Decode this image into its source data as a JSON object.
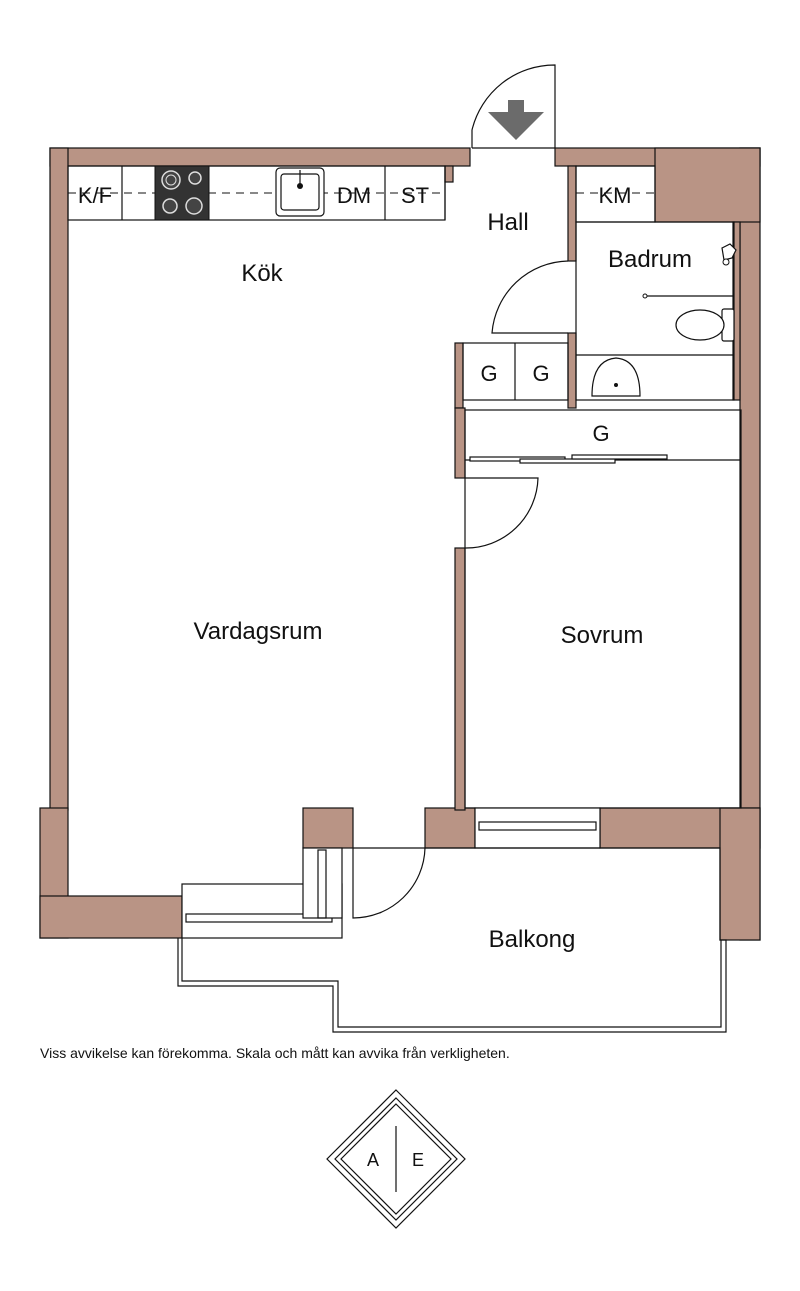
{
  "rooms": {
    "kitchen": "Kök",
    "hall": "Hall",
    "bathroom": "Badrum",
    "living": "Vardagsrum",
    "bedroom": "Sovrum",
    "balcony": "Balkong"
  },
  "fixtures": {
    "fridge_freezer": "K/F",
    "dishwasher": "DM",
    "storage": "ST",
    "washing_machine": "KM",
    "wardrobe": "G"
  },
  "disclaimer": "Viss avvikelse kan förekomma. Skala och mått kan avvika från verkligheten.",
  "logo": {
    "left_letter": "A",
    "right_letter": "E"
  },
  "colors": {
    "wall": "#b99485",
    "line": "#111111",
    "background": "#ffffff"
  }
}
